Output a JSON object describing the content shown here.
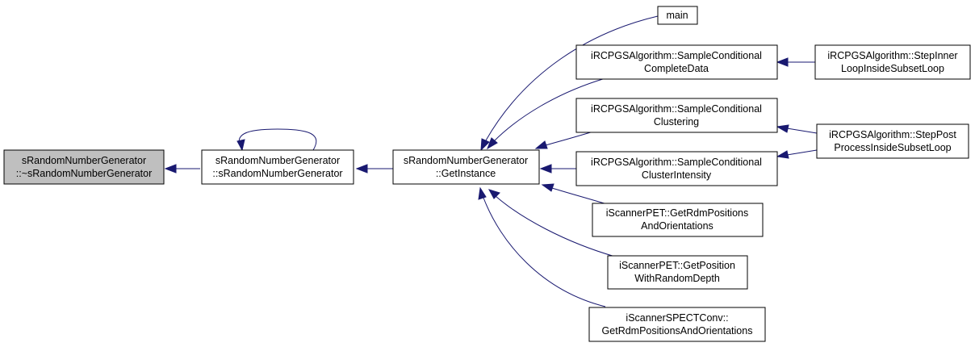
{
  "diagram": {
    "colors": {
      "highlight_fill": "#bfbfbf",
      "node_fill": "#ffffff",
      "border": "#000000",
      "edge": "#191970"
    },
    "nodes": {
      "destructor": [
        "sRandomNumberGenerator",
        "::~sRandomNumberGenerator"
      ],
      "constructor": [
        "sRandomNumberGenerator",
        "::sRandomNumberGenerator"
      ],
      "get_instance": [
        "sRandomNumberGenerator",
        "::GetInstance"
      ],
      "main": [
        "main"
      ],
      "sample_complete_data": [
        "iRCPGSAlgorithm::SampleConditional",
        "CompleteData"
      ],
      "sample_clustering": [
        "iRCPGSAlgorithm::SampleConditional",
        "Clustering"
      ],
      "sample_cluster_intensity": [
        "iRCPGSAlgorithm::SampleConditional",
        "ClusterIntensity"
      ],
      "pet_rdm_positions": [
        "iScannerPET::GetRdmPositions",
        "AndOrientations"
      ],
      "pet_position_depth": [
        "iScannerPET::GetPosition",
        "WithRandomDepth"
      ],
      "spect_rdm_positions": [
        "iScannerSPECTConv::",
        "GetRdmPositionsAndOrientations"
      ],
      "step_inner_loop": [
        "iRCPGSAlgorithm::StepInner",
        "LoopInsideSubsetLoop"
      ],
      "step_post_process": [
        "iRCPGSAlgorithm::StepPost",
        "ProcessInsideSubsetLoop"
      ]
    }
  }
}
